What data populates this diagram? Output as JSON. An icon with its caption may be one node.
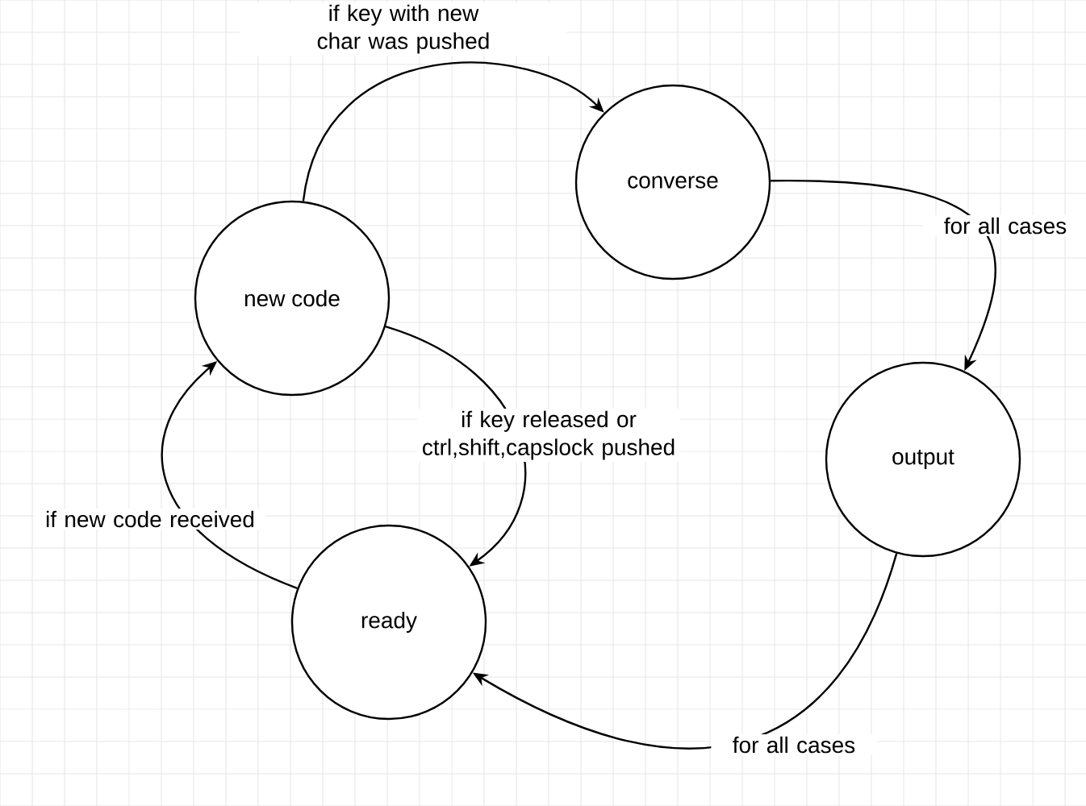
{
  "diagram": {
    "nodes": [
      {
        "text": [
          "new code"
        ]
      },
      {
        "text": [
          "converse"
        ]
      },
      {
        "text": [
          "output"
        ]
      },
      {
        "text": [
          "ready"
        ]
      }
    ],
    "edges": [
      {
        "from": 0,
        "to": 1,
        "arrow": "to",
        "label": "if key with new char was pushed"
      },
      {
        "from": 1,
        "to": 2,
        "arrow": "to",
        "label": "for all cases"
      },
      {
        "from": 2,
        "to": 3,
        "arrow": "to",
        "label": "for all cases"
      },
      {
        "from": 3,
        "to": 0,
        "arrow": "to",
        "label": "if new code received"
      },
      {
        "from": 0,
        "to": 3,
        "arrow": "to",
        "label": "if key released or ctrl,shift,capslock pushed"
      }
    ]
  }
}
